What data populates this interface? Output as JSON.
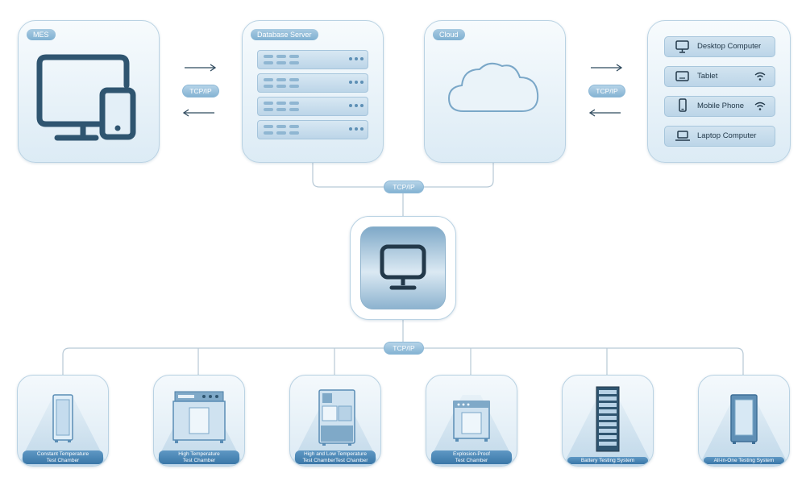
{
  "protocol_label": "TCP/IP",
  "top_nodes": {
    "mes": {
      "title": "MES",
      "icon": "desktop-with-tablet-icon"
    },
    "database_server": {
      "title": "Database Server",
      "icon": "server-rack-icon",
      "rows": 4
    },
    "cloud": {
      "title": "Cloud",
      "icon": "cloud-icon"
    }
  },
  "client_devices": [
    {
      "label": "Desktop Computer",
      "icon": "desktop-icon",
      "wifi": false
    },
    {
      "label": "Tablet",
      "icon": "tablet-icon",
      "wifi": true
    },
    {
      "label": "Mobile Phone",
      "icon": "mobile-phone-icon",
      "wifi": true
    },
    {
      "label": "Laptop Computer",
      "icon": "laptop-icon",
      "wifi": false
    }
  ],
  "central_node": {
    "icon": "monitor-icon"
  },
  "equipment": [
    {
      "label_line1": "Constant Temperature",
      "label_line2": "Test Chamber",
      "icon": "tall-chamber-icon"
    },
    {
      "label_line1": "High Temperature",
      "label_line2": "Test Chamber",
      "icon": "oven-chamber-icon"
    },
    {
      "label_line1": "High and Low Temperature",
      "label_line2": "Test ChamberTest Chamber",
      "icon": "cabinet-chamber-icon"
    },
    {
      "label_line1": "Explosion-Proof",
      "label_line2": "Test Chamber",
      "icon": "box-chamber-icon"
    },
    {
      "label_line1": "Battery Testing System",
      "label_line2": "",
      "icon": "battery-rack-icon"
    },
    {
      "label_line1": "All-in-One Testing System",
      "label_line2": "",
      "icon": "all-in-one-icon"
    }
  ],
  "colors": {
    "accent": "#3a77a8",
    "icon_dark": "#2f5570",
    "card_border": "#b9d2e3",
    "line": "#b7c9d6"
  }
}
